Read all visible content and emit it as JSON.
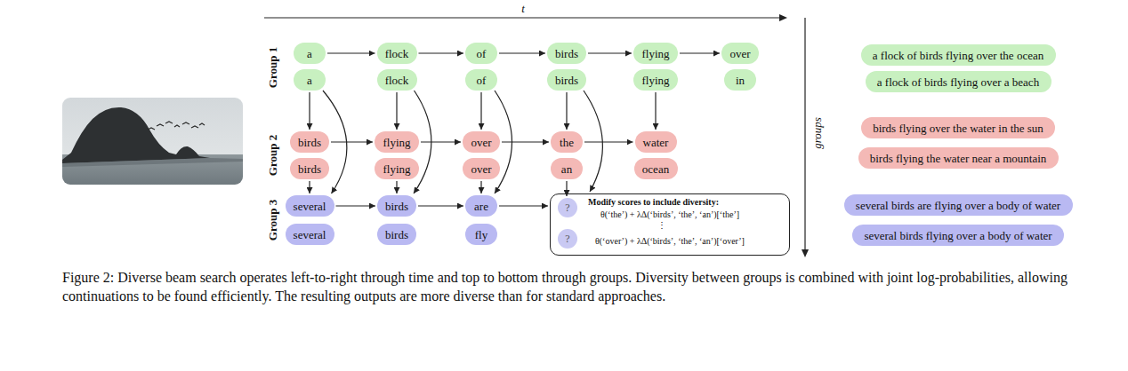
{
  "diagram": {
    "caption": "Figure 2: Diverse beam search operates left-to-right through time and top to bottom through groups. Diversity between groups is combined with joint log-probabilities, allowing continuations to be found efficiently. The resulting outputs are more diverse than for standard approaches.",
    "nodes": [
      {
        "text": [
          "a"
        ]
      },
      {
        "text": [
          "flock"
        ]
      },
      {
        "text": [
          "of"
        ]
      },
      {
        "text": [
          "birds"
        ]
      },
      {
        "text": [
          "flying"
        ]
      },
      {
        "text": [
          "over"
        ]
      },
      {
        "text": [
          "a"
        ]
      },
      {
        "text": [
          "flock"
        ]
      },
      {
        "text": [
          "of"
        ]
      },
      {
        "text": [
          "birds"
        ]
      },
      {
        "text": [
          "flying"
        ]
      },
      {
        "text": [
          "in"
        ]
      },
      {
        "text": [
          "birds"
        ]
      },
      {
        "text": [
          "flying"
        ]
      },
      {
        "text": [
          "over"
        ]
      },
      {
        "text": [
          "the"
        ]
      },
      {
        "text": [
          "water"
        ]
      },
      {
        "text": [
          "birds"
        ]
      },
      {
        "text": [
          "flying"
        ]
      },
      {
        "text": [
          "over"
        ]
      },
      {
        "text": [
          "an"
        ]
      },
      {
        "text": [
          "ocean"
        ]
      },
      {
        "text": [
          "several"
        ]
      },
      {
        "text": [
          "birds"
        ]
      },
      {
        "text": [
          "are"
        ]
      },
      {
        "text": [
          "several"
        ]
      },
      {
        "text": [
          "birds"
        ]
      },
      {
        "text": [
          "fly"
        ]
      },
      {
        "text": [
          "Modify scores to include diversity:",
          "θ(‘the’) + λΔ(‘birds’, ‘the’, ‘an’)[‘the’]",
          "⋮",
          "θ(‘over’) + λΔ(‘birds’, ‘the’, ‘an’)[‘over’]"
        ]
      },
      {
        "text": [
          "?"
        ],
        "in": 28
      },
      {
        "text": [
          "?"
        ],
        "in": 28
      },
      {
        "text": [
          "a flock of birds flying over the ocean"
        ]
      },
      {
        "text": [
          "a flock of birds flying over a beach"
        ]
      },
      {
        "text": [
          "birds flying over the water in the sun"
        ]
      },
      {
        "text": [
          "birds flying the water near a mountain"
        ]
      },
      {
        "text": [
          "several birds are flying over a body of water"
        ]
      },
      {
        "text": [
          "several birds flying over a body of water"
        ]
      }
    ],
    "edges": [
      {
        "from": 0,
        "to": 1,
        "arrow": "to"
      },
      {
        "from": 1,
        "to": 2,
        "arrow": "to"
      },
      {
        "from": 2,
        "to": 3,
        "arrow": "to"
      },
      {
        "from": 3,
        "to": 4,
        "arrow": "to"
      },
      {
        "from": 4,
        "to": 5,
        "arrow": "to"
      },
      {
        "from": 12,
        "to": 13,
        "arrow": "to"
      },
      {
        "from": 13,
        "to": 14,
        "arrow": "to"
      },
      {
        "from": 14,
        "to": 15,
        "arrow": "to"
      },
      {
        "from": 15,
        "to": 16,
        "arrow": "to"
      },
      {
        "from": 22,
        "to": 23,
        "arrow": "to"
      },
      {
        "from": 23,
        "to": 24,
        "arrow": "to"
      },
      {
        "from": 24,
        "to": 28,
        "arrow": "to"
      },
      {
        "from": 6,
        "to": 12,
        "arrow": "to"
      },
      {
        "from": 7,
        "to": 13,
        "arrow": "to"
      },
      {
        "from": 8,
        "to": 14,
        "arrow": "to"
      },
      {
        "from": 9,
        "to": 15,
        "arrow": "to"
      },
      {
        "from": 10,
        "to": 16,
        "arrow": "to"
      },
      {
        "from": 17,
        "to": 22,
        "arrow": "to"
      },
      {
        "from": 18,
        "to": 23,
        "arrow": "to"
      },
      {
        "from": 19,
        "to": 24,
        "arrow": "to"
      },
      {
        "from": 20,
        "to": 29,
        "arrow": "to"
      },
      {
        "from": 6,
        "to": 22,
        "arrow": "to"
      },
      {
        "from": 7,
        "to": 23,
        "arrow": "to"
      },
      {
        "from": 8,
        "to": 24,
        "arrow": "to"
      },
      {
        "from": 9,
        "to": 28,
        "arrow": "to"
      }
    ],
    "labels": [
      "t",
      "Group 1",
      "Group 2",
      "Group 3",
      "groups"
    ]
  }
}
